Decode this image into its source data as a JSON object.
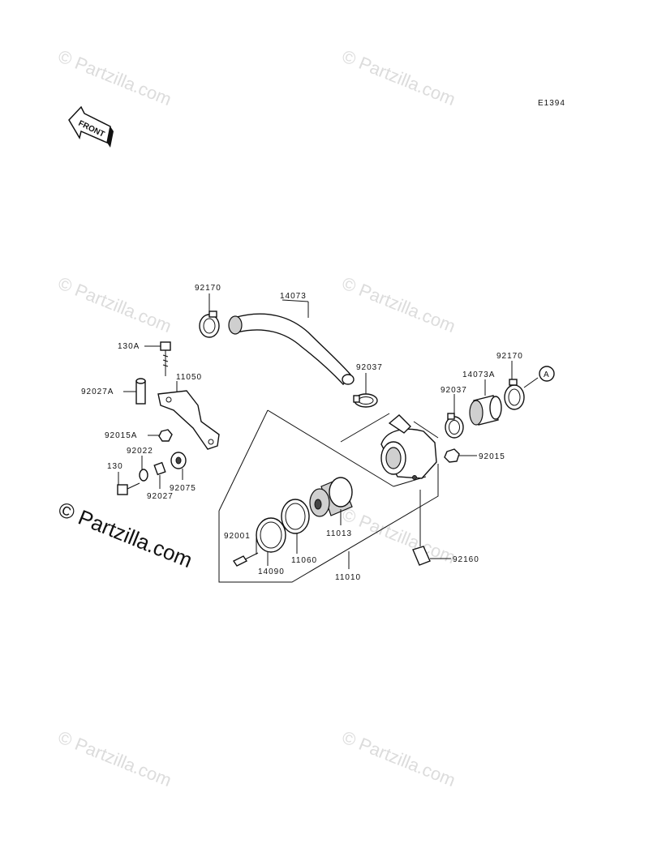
{
  "diagram": {
    "code": "E1394",
    "front_label": "FRONT",
    "ref_marker": "A",
    "watermark": "© Partzilla.com",
    "parts": {
      "p92170_top": "92170",
      "p14073": "14073",
      "p130A": "130A",
      "p11050": "11050",
      "p92027A": "92027A",
      "p92015A": "92015A",
      "p92022": "92022",
      "p130": "130",
      "p92027": "92027",
      "p92075": "92075",
      "p92037_left": "92037",
      "p92037_right": "92037",
      "p14073A": "14073A",
      "p92170_right": "92170",
      "p92015": "92015",
      "p11013": "11013",
      "p92001": "92001",
      "p14090": "14090",
      "p11060": "11060",
      "p11010": "11010",
      "p92160": "92160"
    }
  }
}
